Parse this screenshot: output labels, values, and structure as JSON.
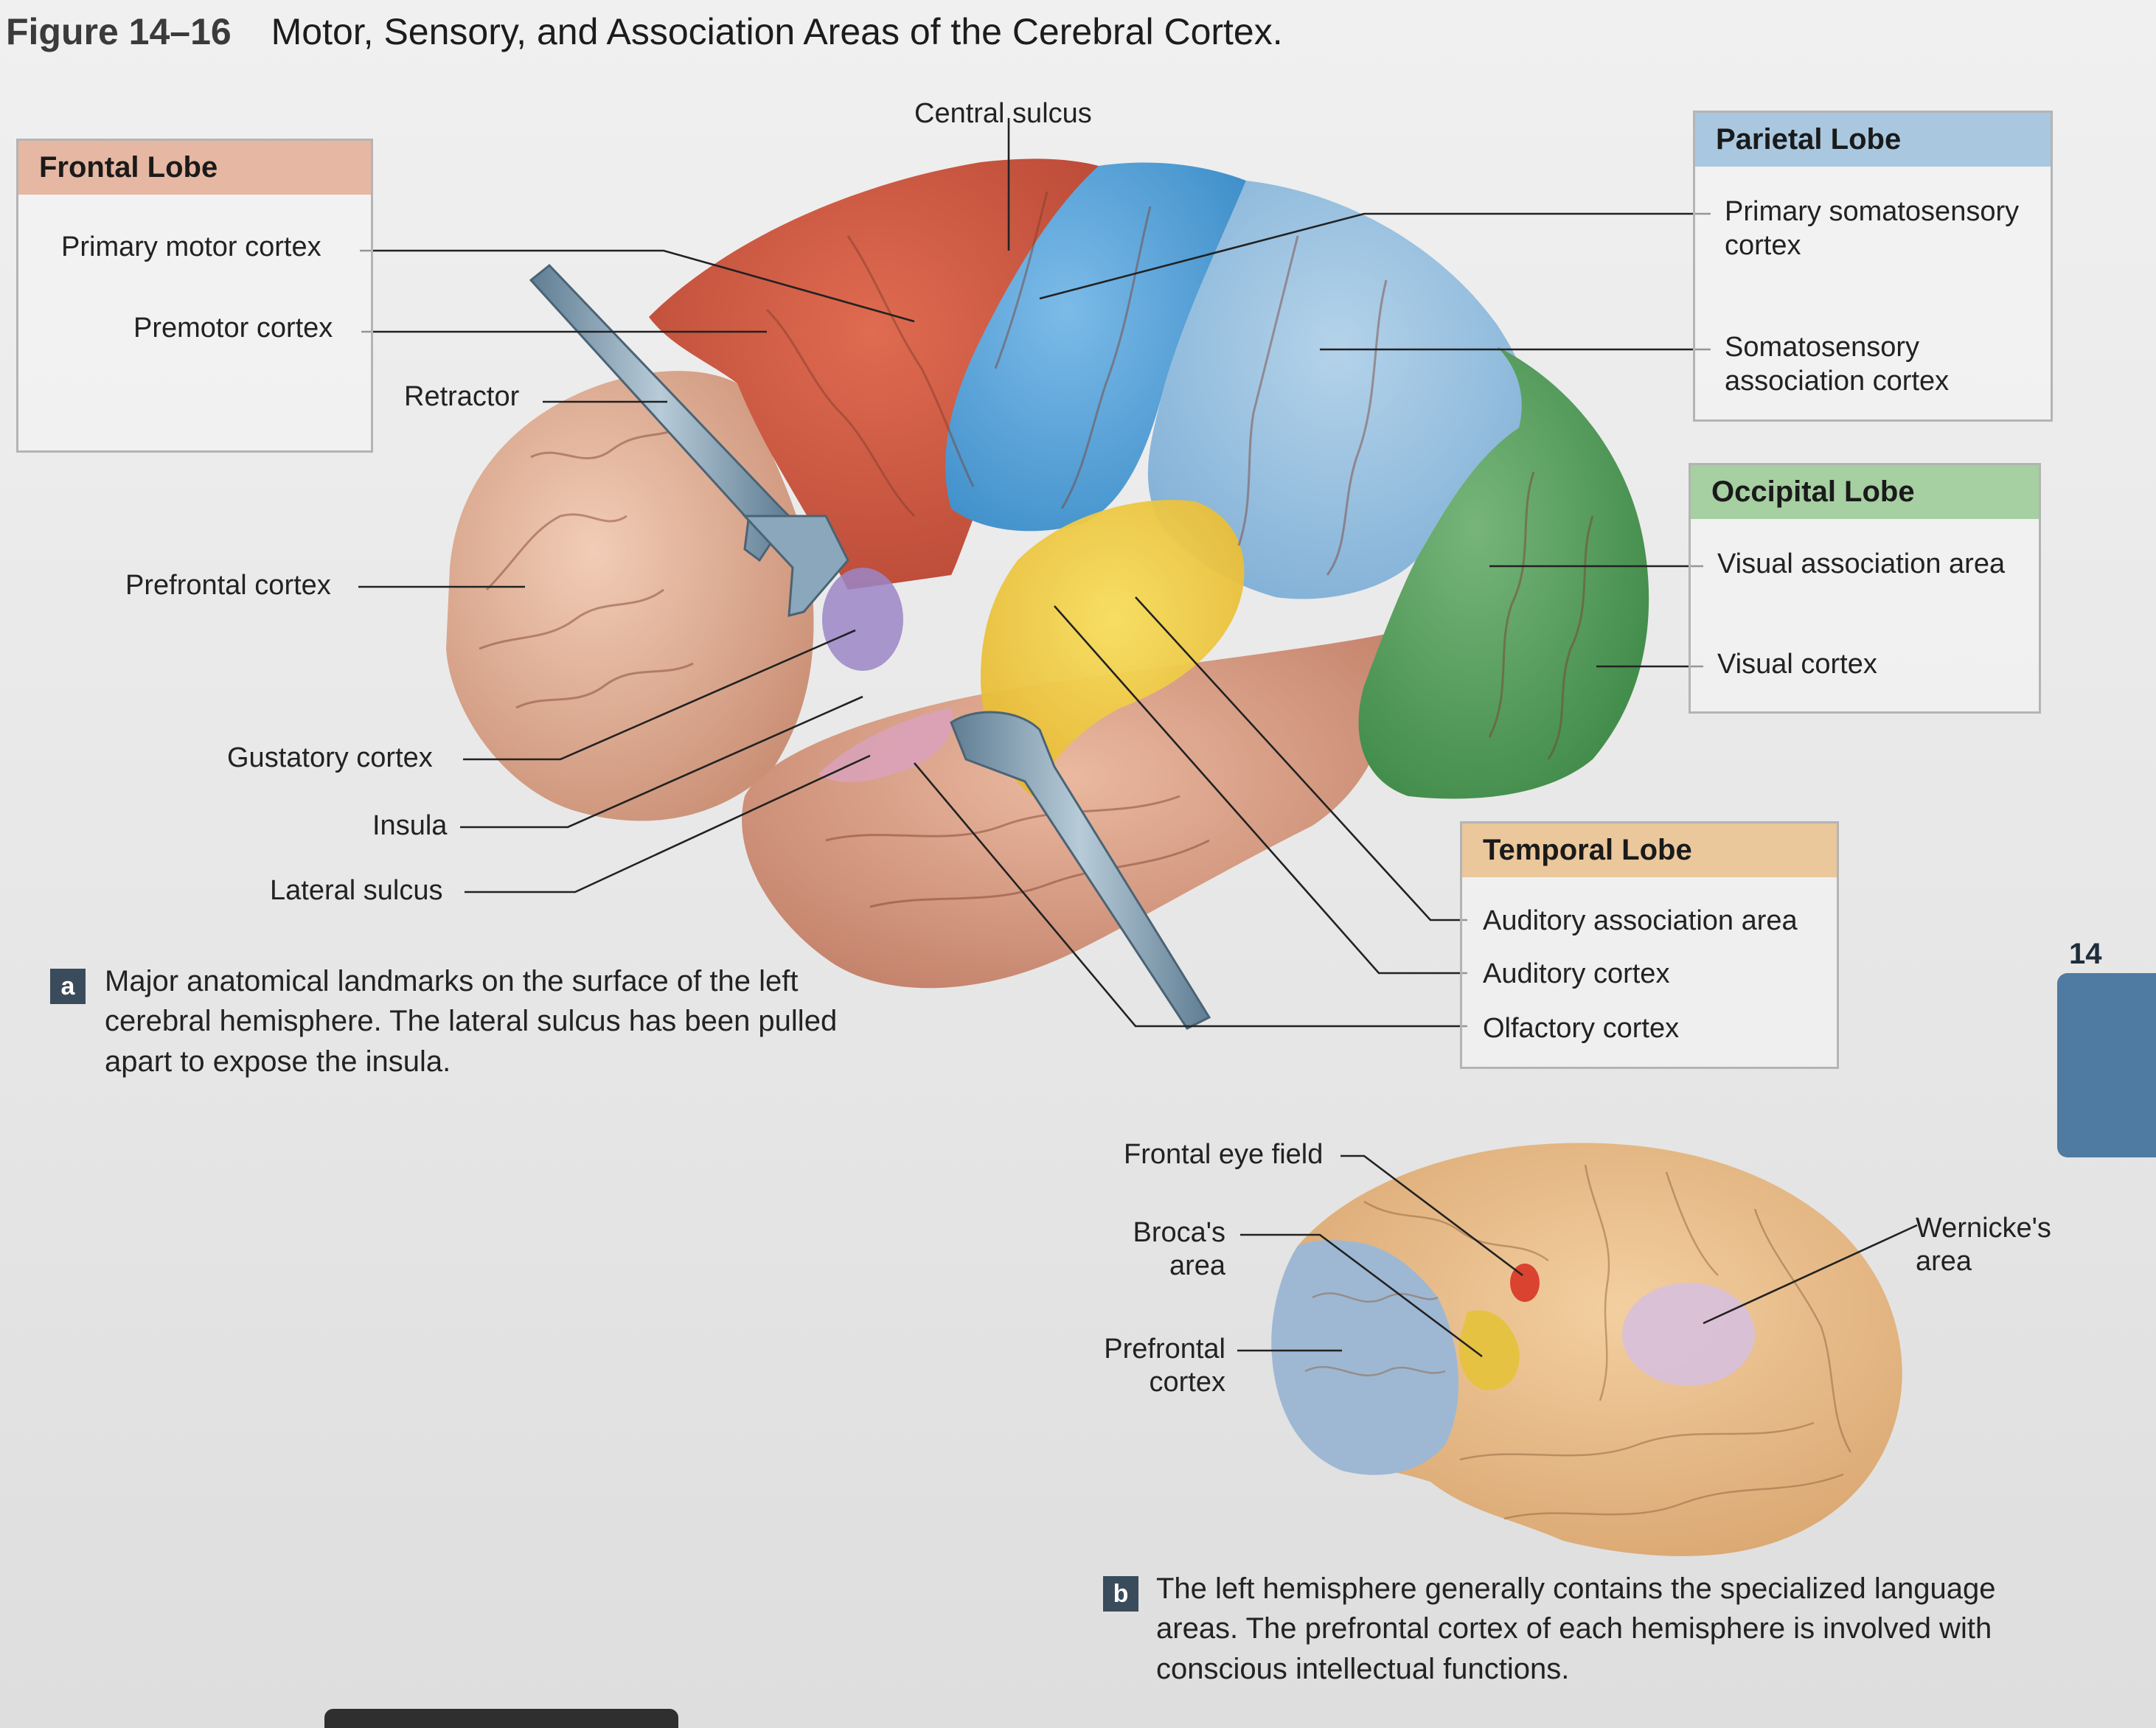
{
  "figure": {
    "number": "Figure 14–16",
    "title": "Motor, Sensory, and Association Areas of the Cerebral Cortex."
  },
  "labels_a": {
    "central_sulcus": "Central sulcus",
    "retractor": "Retractor",
    "prefrontal_cortex": "Prefrontal cortex",
    "gustatory_cortex": "Gustatory cortex",
    "insula": "Insula",
    "lateral_sulcus": "Lateral sulcus"
  },
  "frontal_lobe": {
    "header": "Frontal Lobe",
    "items": [
      "Primary motor cortex",
      "Premotor cortex"
    ]
  },
  "parietal_lobe": {
    "header": "Parietal Lobe",
    "items": [
      "Primary somatosensory cortex",
      "Somatosensory association cortex"
    ]
  },
  "occipital_lobe": {
    "header": "Occipital Lobe",
    "items": [
      "Visual association area",
      "Visual cortex"
    ]
  },
  "temporal_lobe": {
    "header": "Temporal Lobe",
    "items": [
      "Auditory association area",
      "Auditory cortex",
      "Olfactory cortex"
    ]
  },
  "caption_a": {
    "badge": "a",
    "text": "Major anatomical landmarks on the surface of the left cerebral hemisphere. The lateral sulcus has been pulled apart to expose the insula."
  },
  "labels_b": {
    "frontal_eye_field": "Frontal eye field",
    "brocas_area": "Broca's area",
    "prefrontal_cortex": "Prefrontal cortex",
    "wernickes_area": "Wernicke's area"
  },
  "caption_b": {
    "badge": "b",
    "text": "The left hemisphere generally contains the specialized language areas. The prefrontal cortex of each hemisphere is involved with conscious intellectual functions."
  },
  "chapter_tab": {
    "number": "14"
  },
  "colors": {
    "frontal_motor": "#c9533f",
    "parietal": "#5aa3d8",
    "parietal_assoc": "#8fbde0",
    "occipital": "#4f9a55",
    "auditory": "#e6c23a",
    "prefrontal": "#e4b49a",
    "temporal": "#d99b80",
    "retractor": "#7f99ad"
  }
}
